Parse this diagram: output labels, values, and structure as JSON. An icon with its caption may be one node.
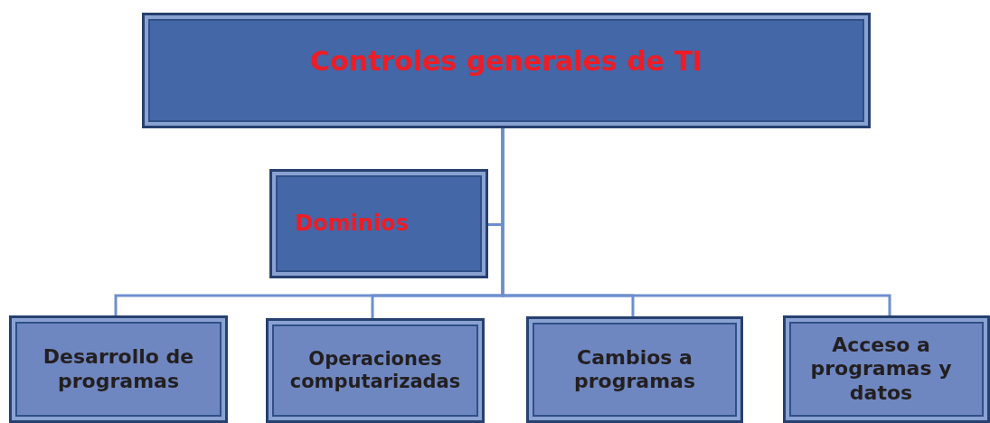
{
  "diagram": {
    "nodes": [
      {
        "text": [
          "Controles generales de TI"
        ]
      },
      {
        "text": [
          "Dominios"
        ]
      },
      {
        "text": [
          "Desarrollo de programas"
        ]
      },
      {
        "text": [
          "Operaciones computarizadas"
        ]
      },
      {
        "text": [
          "Cambios a programas"
        ]
      },
      {
        "text": [
          "Acceso a programas y datos"
        ]
      }
    ],
    "edges": [
      {
        "from": 0,
        "to": 1,
        "arrow": "none"
      },
      {
        "from": 0,
        "to": 2,
        "arrow": "none"
      },
      {
        "from": 0,
        "to": 3,
        "arrow": "none"
      },
      {
        "from": 0,
        "to": 4,
        "arrow": "none"
      },
      {
        "from": 0,
        "to": 5,
        "arrow": "none"
      }
    ]
  }
}
